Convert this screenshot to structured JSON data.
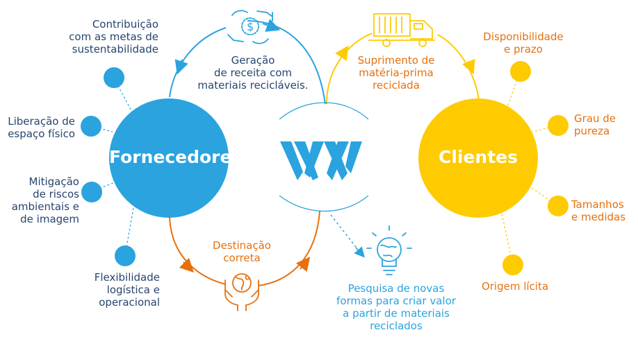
{
  "colors": {
    "blue": "#2aa3de",
    "yellow": "#fecb00",
    "orange": "#e6700e",
    "dark_text": "#1a4f7a"
  },
  "hubs": {
    "left": "Fornecedores",
    "right": "Clientes"
  },
  "logo": {
    "text": "VVV"
  },
  "left_items": [
    "Contribuição\ncom as metas de\nsustentabilidade",
    "Liberação de\nespaço físico",
    "Mitigação\nde riscos\nambientais e\nde imagem",
    "Flexibilidade\nlogística e\noperacional"
  ],
  "right_items": [
    "Disponibilidade\ne prazo",
    "Grau de\npureza",
    "Tamanhos\ne medidas",
    "Origem lícita"
  ],
  "flows": {
    "top_left": "Geração\nde receita com\nmateriais recicláveis.",
    "top_right": "Suprimento de\nmatéria-prima\nreciclada",
    "bottom_left": "Destinação\ncorreta",
    "bottom_right": "Pesquisa de novas\nformas para criar valor\na partir de materiais\nreciclados"
  },
  "icons": {
    "top_left": "money-hands-icon",
    "top_right": "truck-icon",
    "bottom_left": "globe-hands-icon",
    "bottom_right": "lightbulb-globe-icon"
  }
}
